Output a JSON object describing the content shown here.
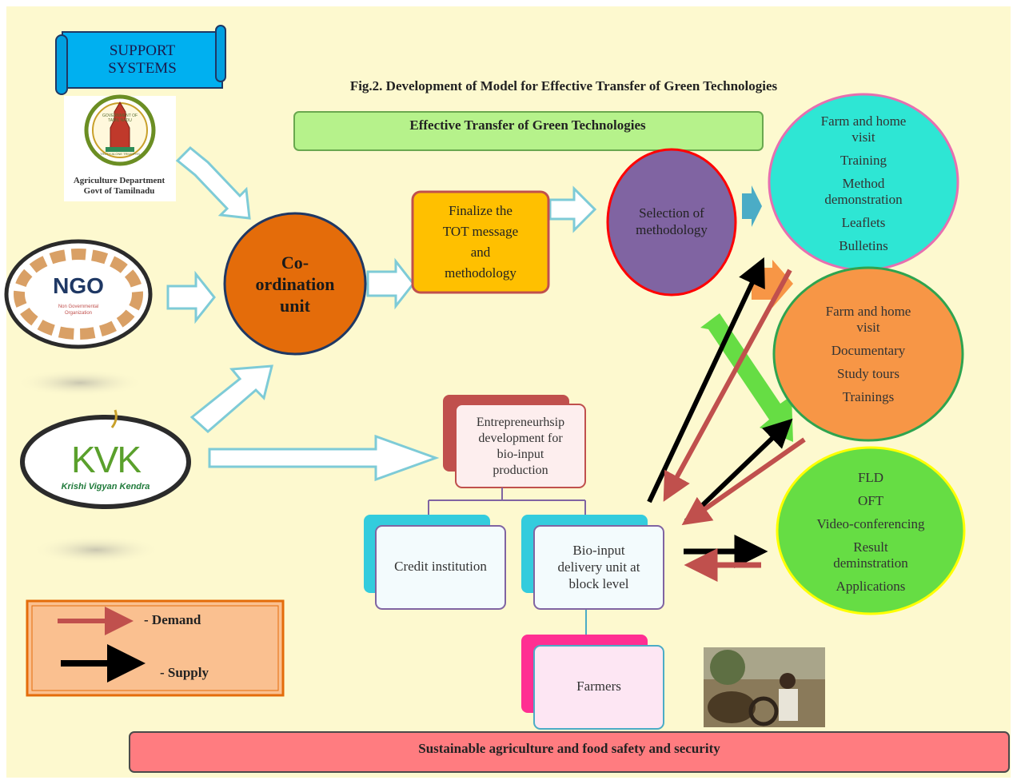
{
  "banner": {
    "line1": "SUPPORT",
    "line2": "SYSTEMS"
  },
  "figure_title": "Fig.2. Development of Model for Effective Transfer of Green Technologies",
  "effective_transfer_label": "Effective Transfer of Green Technologies",
  "agri_logo": {
    "seal_text": "GOVERNMENT OF TAMIL NADU",
    "motto": "TRUTH ALONE TRIUMPHS",
    "line1": "Agriculture Department",
    "line2": "Govt of Tamilnadu"
  },
  "ngo_logo": {
    "abbr": "NGO",
    "line1": "Non Governmental",
    "line2": "Organization"
  },
  "kvk_logo": {
    "abbr": "KVK",
    "name": "Krishi Vigyan Kendra"
  },
  "coordination_unit": {
    "line1": "Co-",
    "line2": "ordination",
    "line3": "unit"
  },
  "finalize_box": {
    "line1": "Finalize the",
    "line2": "TOT message",
    "line3": "and",
    "line4": "methodology"
  },
  "selection_circle": {
    "line1": "Selection of",
    "line2": "methodology"
  },
  "methods_group1": [
    "Farm and home visit",
    "Training",
    "Method demonstration",
    "Leaflets",
    "Bulletins"
  ],
  "methods_group2": [
    "Farm and home visit",
    "Documentary",
    "Study tours",
    "Trainings"
  ],
  "methods_group3": [
    "FLD",
    "OFT",
    "Video-conferencing",
    "Result deminstration",
    "Applications"
  ],
  "entrepreneurship_box": {
    "line1": "Entrepreneurhsip",
    "line2": "development for",
    "line3": "bio-input",
    "line4": "production"
  },
  "credit_box": "Credit institution",
  "bio_input_box": {
    "line1": "Bio-input",
    "line2": "delivery unit at",
    "line3": "block level"
  },
  "farmers_box": "Farmers",
  "legend": {
    "demand": "- Demand",
    "supply": "-  Supply"
  },
  "bottom_banner": "Sustainable agriculture and food safety and security",
  "colors": {
    "background": "#fdf9cf",
    "demand_arrow": "#c0504d",
    "supply_arrow": "#000000",
    "coordination": "#e46c0a",
    "finalize": "#ffc000",
    "selection": "#8064a2",
    "group1": "#2ee6d4",
    "group2": "#f79646",
    "group3": "#66dd44",
    "bottom_banner": "#ff7c80"
  }
}
